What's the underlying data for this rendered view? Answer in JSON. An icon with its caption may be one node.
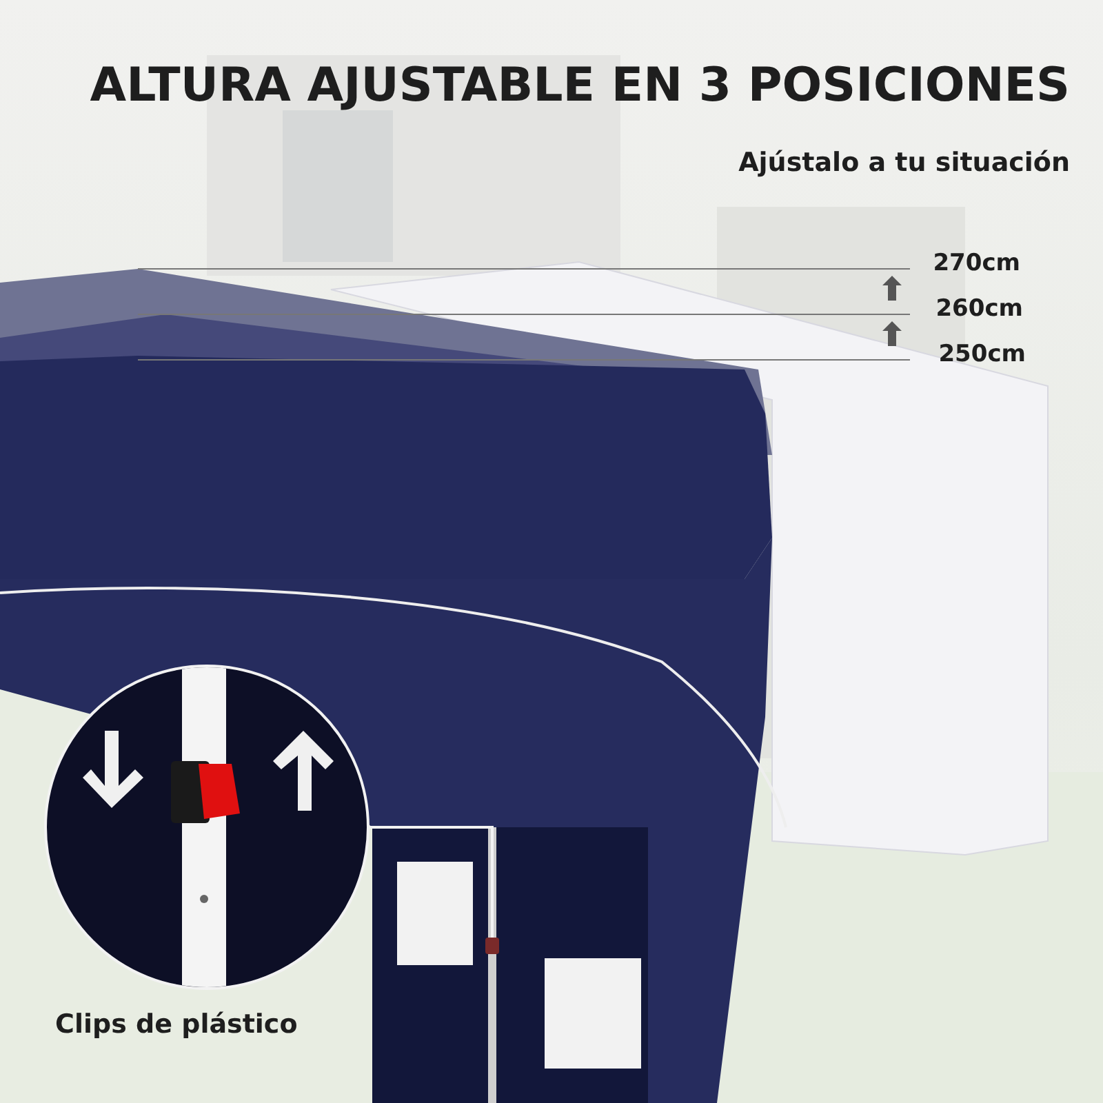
{
  "diagram": {
    "title": "ALTURA AJUSTABLE EN 3 POSICIONES",
    "nodes": [
      {
        "text": [],
        "shape": "picture",
        "beside": [
          "Clips de plástico"
        ]
      },
      {
        "text": [],
        "shape": "box"
      }
    ],
    "edges": [
      {
        "from": 0,
        "to": 1,
        "arrow": "none"
      }
    ],
    "labels": [
      "Ajústalo a tu situación",
      "270cm",
      "260cm",
      "250cm"
    ]
  }
}
